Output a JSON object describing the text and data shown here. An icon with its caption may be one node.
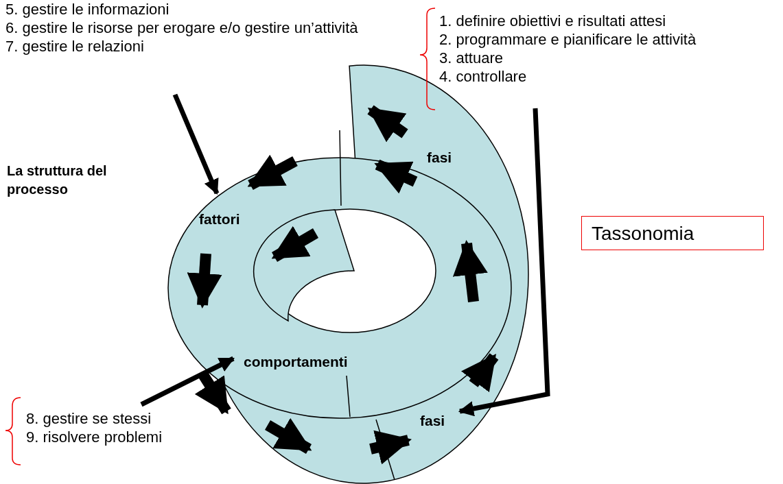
{
  "diagram": {
    "nodes": [
      {
        "text": [
          "5. gestire le informazioni",
          "6. gestire le risorse per erogare e/o gestire un’attività",
          "7. gestire le relazioni"
        ]
      },
      {
        "text": [
          "1. definire obiettivi e risultati attesi",
          "2. programmare e pianificare le attività",
          "3. attuare",
          "4. controllare"
        ]
      },
      {
        "text": [
          "fasi"
        ]
      },
      {
        "text": [
          "fattori"
        ]
      },
      {
        "text": [
          "Tassonomia"
        ]
      },
      {
        "text": [
          "comportamenti"
        ]
      },
      {
        "text": [
          "fasi"
        ]
      },
      {
        "text": [
          "8. gestire se stessi",
          "9. risolvere problemi"
        ]
      }
    ],
    "edges": [
      {
        "from": 0,
        "to": 3,
        "arrow": "to"
      },
      {
        "from": 1,
        "to": 6,
        "arrow": "to"
      },
      {
        "from": 7,
        "to": 5,
        "arrow": "to"
      }
    ],
    "labels": [
      "La struttura del processo"
    ]
  }
}
